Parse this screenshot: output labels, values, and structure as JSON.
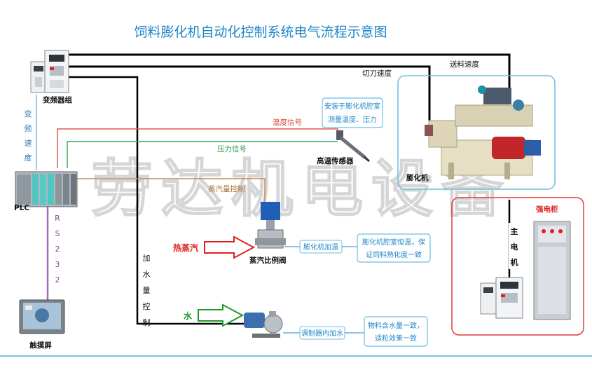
{
  "title": "饲料膨化机自动化控制系统电气流程示意图",
  "watermark": "劳达机电设备",
  "colors": {
    "title": "#1f86c8",
    "power_line": "#000000",
    "temp_line": "#e05a50",
    "pressure_line": "#3aa860",
    "steam_line": "#c98c55",
    "comm_line": "#a06cc0",
    "speed_line": "#7ab8d8",
    "box_blue": "#6bbde3",
    "box_red": "#e23c3c",
    "accent_red": "#e02020",
    "accent_green": "#1a9a2a",
    "bottom_rule": "#4ab0e0"
  },
  "devices": {
    "vfd_group": "变频器组",
    "plc": "PLC",
    "touchscreen": "触摸屏",
    "extruder": "膨化机",
    "cabinet": "强电柜",
    "sensor": "高温传感器",
    "valve": "蒸汽比例阀"
  },
  "signals": {
    "feed_speed": "送料速度",
    "cutter_speed": "切刀速度",
    "temperature": "温度信号",
    "pressure": "压力信号",
    "steam_control": "蒸汽量控制",
    "inverter_speed": [
      "变",
      "频",
      "速",
      "度"
    ],
    "rs232": [
      "R",
      "S",
      "2",
      "3",
      "2"
    ],
    "water_control": [
      "加",
      "水",
      "量",
      "控",
      "制"
    ],
    "main_motor": [
      "主",
      "电",
      "机"
    ]
  },
  "inputs": {
    "hot_steam": "热蒸汽",
    "water": "水"
  },
  "notes": {
    "sensor_note": [
      "安装于膨化机腔室",
      "测量温度、压力"
    ],
    "heating": "膨化机加温",
    "heating_note": [
      "膨化机腔室恒温，保",
      "证饲料熟化度一致"
    ],
    "water_add": "调制器内加水",
    "water_note": [
      "物料含水量一致，",
      "适粒效果一致"
    ]
  }
}
